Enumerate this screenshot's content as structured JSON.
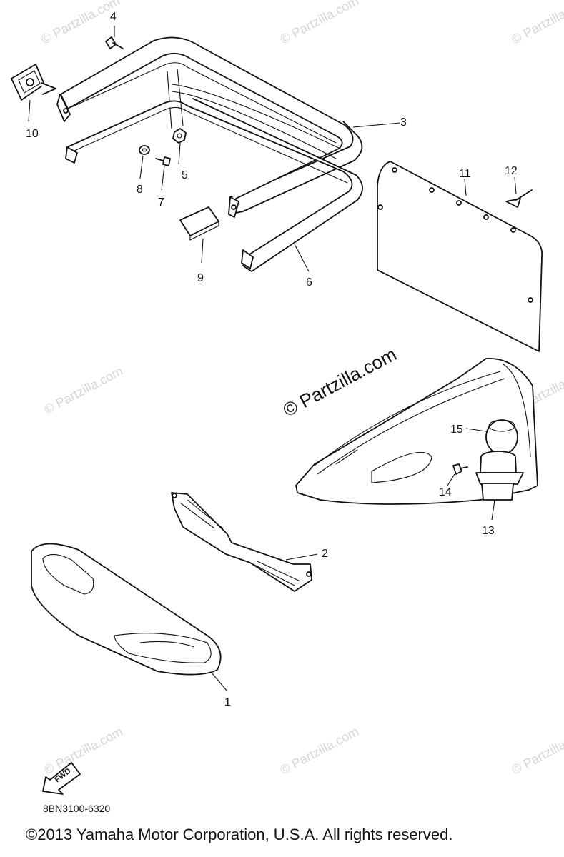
{
  "watermark": "© Partzilla.com",
  "callouts": [
    "1",
    "2",
    "3",
    "4",
    "5",
    "6",
    "7",
    "8",
    "9",
    "10",
    "11",
    "12",
    "13",
    "14",
    "15"
  ],
  "fwd_label": "FWD",
  "diagram_code": "8BN3100-6320",
  "copyright": "©2013  Yamaha Motor Corporation, U.S.A. All rights reserved."
}
